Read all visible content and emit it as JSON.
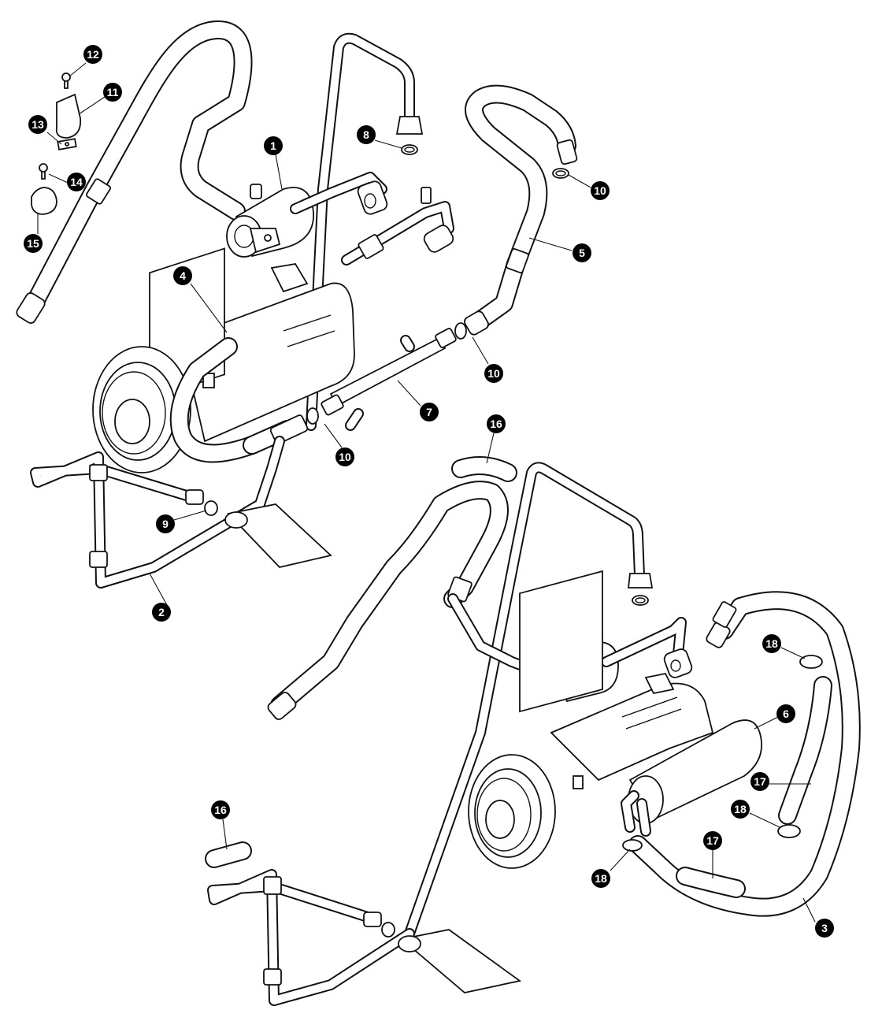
{
  "callouts": [
    {
      "id": "c12",
      "text": "12"
    },
    {
      "id": "c11",
      "text": "11"
    },
    {
      "id": "c13",
      "text": "13"
    },
    {
      "id": "c14",
      "text": "14"
    },
    {
      "id": "c15",
      "text": "15"
    },
    {
      "id": "c1",
      "text": "1"
    },
    {
      "id": "c8",
      "text": "8"
    },
    {
      "id": "c10a",
      "text": "10"
    },
    {
      "id": "c5",
      "text": "5"
    },
    {
      "id": "c4",
      "text": "4"
    },
    {
      "id": "c10b",
      "text": "10"
    },
    {
      "id": "c7",
      "text": "7"
    },
    {
      "id": "c10c",
      "text": "10"
    },
    {
      "id": "c16a",
      "text": "16"
    },
    {
      "id": "c9",
      "text": "9"
    },
    {
      "id": "c2",
      "text": "2"
    },
    {
      "id": "c18a",
      "text": "18"
    },
    {
      "id": "c6",
      "text": "6"
    },
    {
      "id": "c17a",
      "text": "17"
    },
    {
      "id": "c16b",
      "text": "16"
    },
    {
      "id": "c18b",
      "text": "18"
    },
    {
      "id": "c17b",
      "text": "17"
    },
    {
      "id": "c18c",
      "text": "18"
    },
    {
      "id": "c3",
      "text": "3"
    }
  ]
}
